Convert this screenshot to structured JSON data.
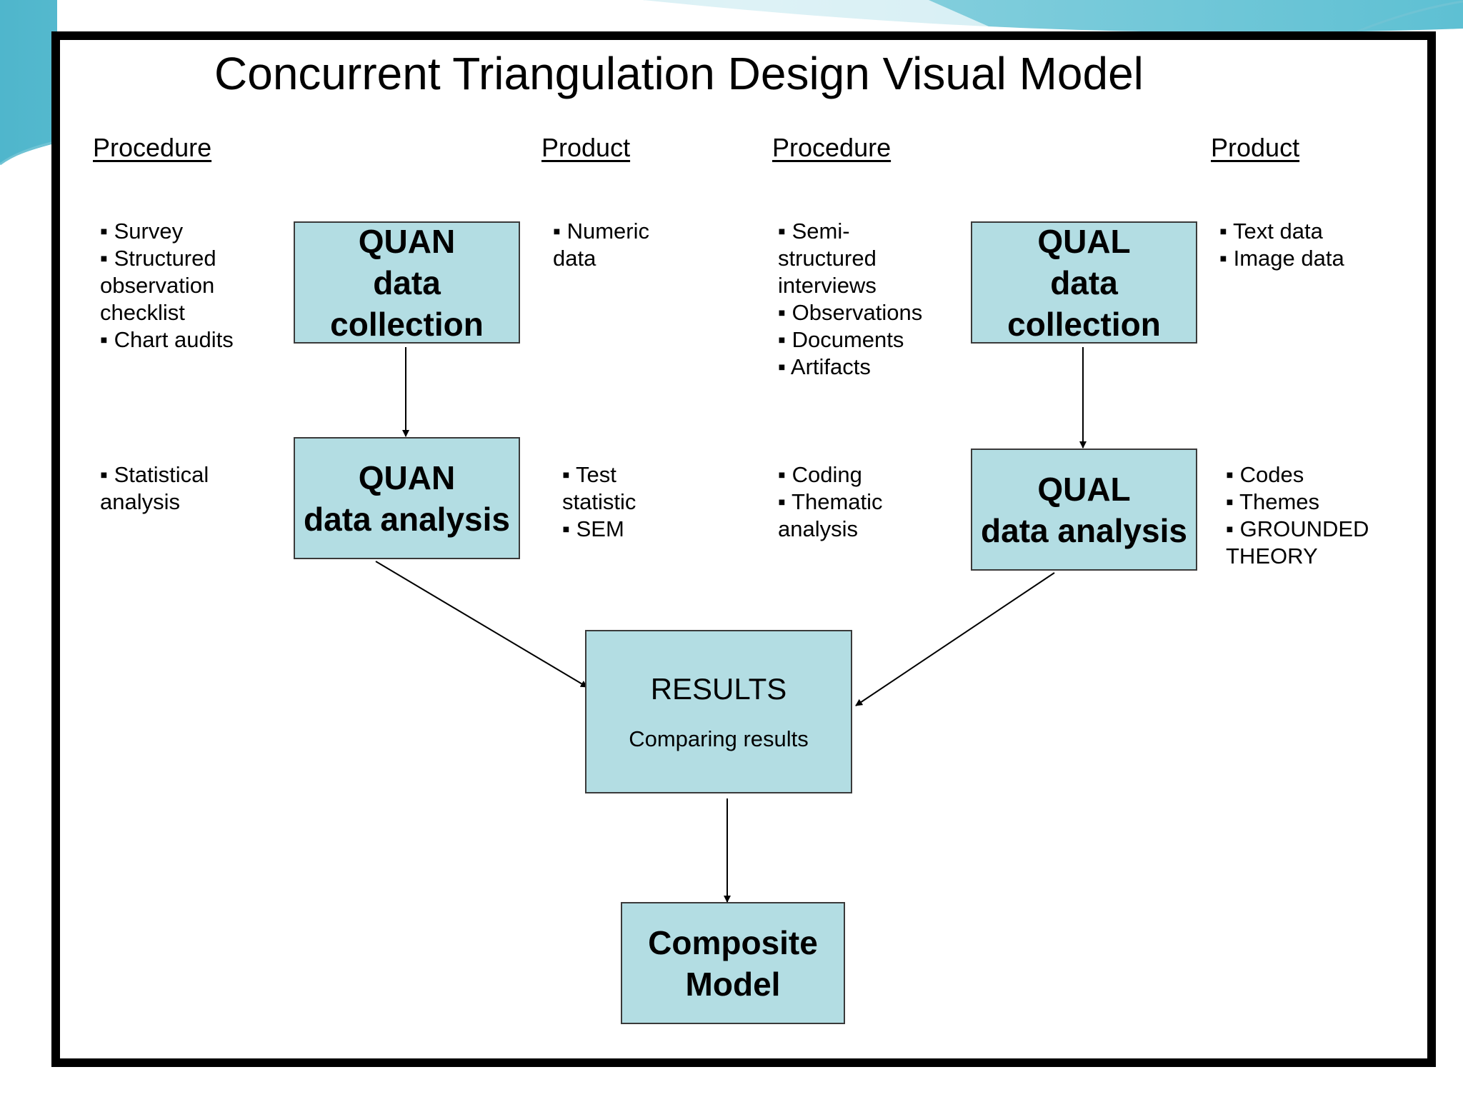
{
  "title": "Concurrent Triangulation Design Visual Model",
  "colors": {
    "box_fill": "#b3dde3",
    "frame": "#000000",
    "accent": "#6fc3d4"
  },
  "headings": {
    "left_procedure": "Procedure",
    "left_product": "Product",
    "right_procedure": "Procedure",
    "right_product": "Product"
  },
  "quan": {
    "collection_procedure": [
      "▪ Survey",
      "▪ Structured",
      "observation",
      "checklist",
      "▪ Chart audits"
    ],
    "collection_box": {
      "line1": "QUAN",
      "line2": "data collection"
    },
    "collection_product": [
      "▪ Numeric",
      "data"
    ],
    "analysis_procedure": [
      "▪ Statistical",
      "analysis"
    ],
    "analysis_box": {
      "line1": "QUAN",
      "line2": "data analysis"
    },
    "analysis_product": [
      "▪ Test",
      "statistic",
      "▪ SEM"
    ]
  },
  "qual": {
    "collection_procedure": [
      "▪ Semi-",
      "structured",
      "interviews",
      "▪ Observations",
      "▪ Documents",
      "▪ Artifacts"
    ],
    "collection_box": {
      "line1": "QUAL",
      "line2": "data collection"
    },
    "collection_product": [
      "▪ Text data",
      "▪ Image data"
    ],
    "analysis_procedure": [
      "▪ Coding",
      "▪ Thematic",
      "analysis"
    ],
    "analysis_box": {
      "line1": "QUAL",
      "line2": "data analysis"
    },
    "analysis_product": [
      "▪ Codes",
      "▪ Themes",
      "▪ GROUNDED",
      "THEORY"
    ]
  },
  "results": {
    "line1": "RESULTS",
    "line2": "Comparing results"
  },
  "composite": {
    "line1": "Composite",
    "line2": "Model"
  }
}
